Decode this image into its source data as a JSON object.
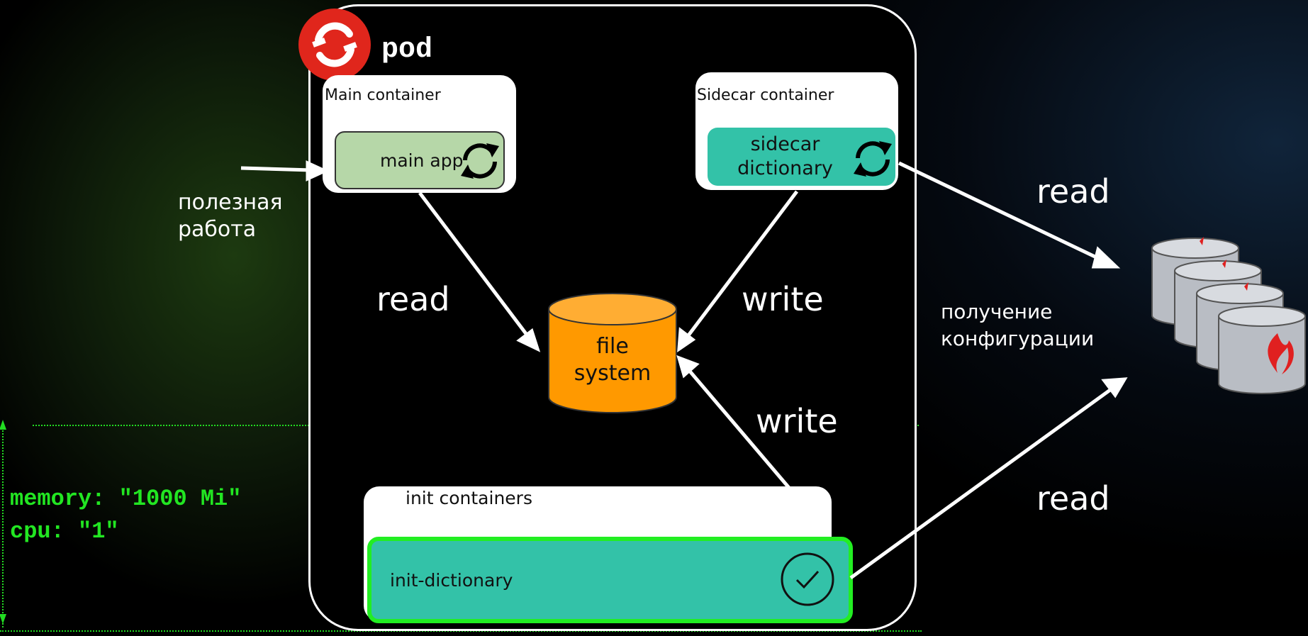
{
  "pod": {
    "title": "pod",
    "logo_icon": "openshift-logo-icon",
    "logo_color": "#e0261c"
  },
  "main_container": {
    "label": "Main container",
    "app_label": "main app",
    "app_color": "#b6d7a8",
    "icon": "sync-icon"
  },
  "sidecar_container": {
    "label": "Sidecar container",
    "app_line1": "sidecar",
    "app_line2": "dictionary",
    "app_color": "#33c2a8",
    "icon": "sync-icon"
  },
  "file_system": {
    "line1": "file",
    "line2": "system",
    "color": "#ff9900"
  },
  "init_containers": {
    "label": "init containers",
    "item_label": "init-dictionary",
    "item_color": "#33c2a8",
    "border_color": "#22ee22",
    "icon": "check-circle-icon"
  },
  "labels": {
    "read_left": "read",
    "write_right": "write",
    "write_init": "write",
    "read_top_right": "read",
    "read_bottom_right": "read",
    "useful_work_line1": "полезная",
    "useful_work_line2": "работа",
    "get_config_line1": "получение",
    "get_config_line2": "конфигурации"
  },
  "resources": {
    "memory": "memory: \"1000 Mi\"",
    "cpu": "cpu: \"1\""
  },
  "database_icon": "database-cluster-icon"
}
